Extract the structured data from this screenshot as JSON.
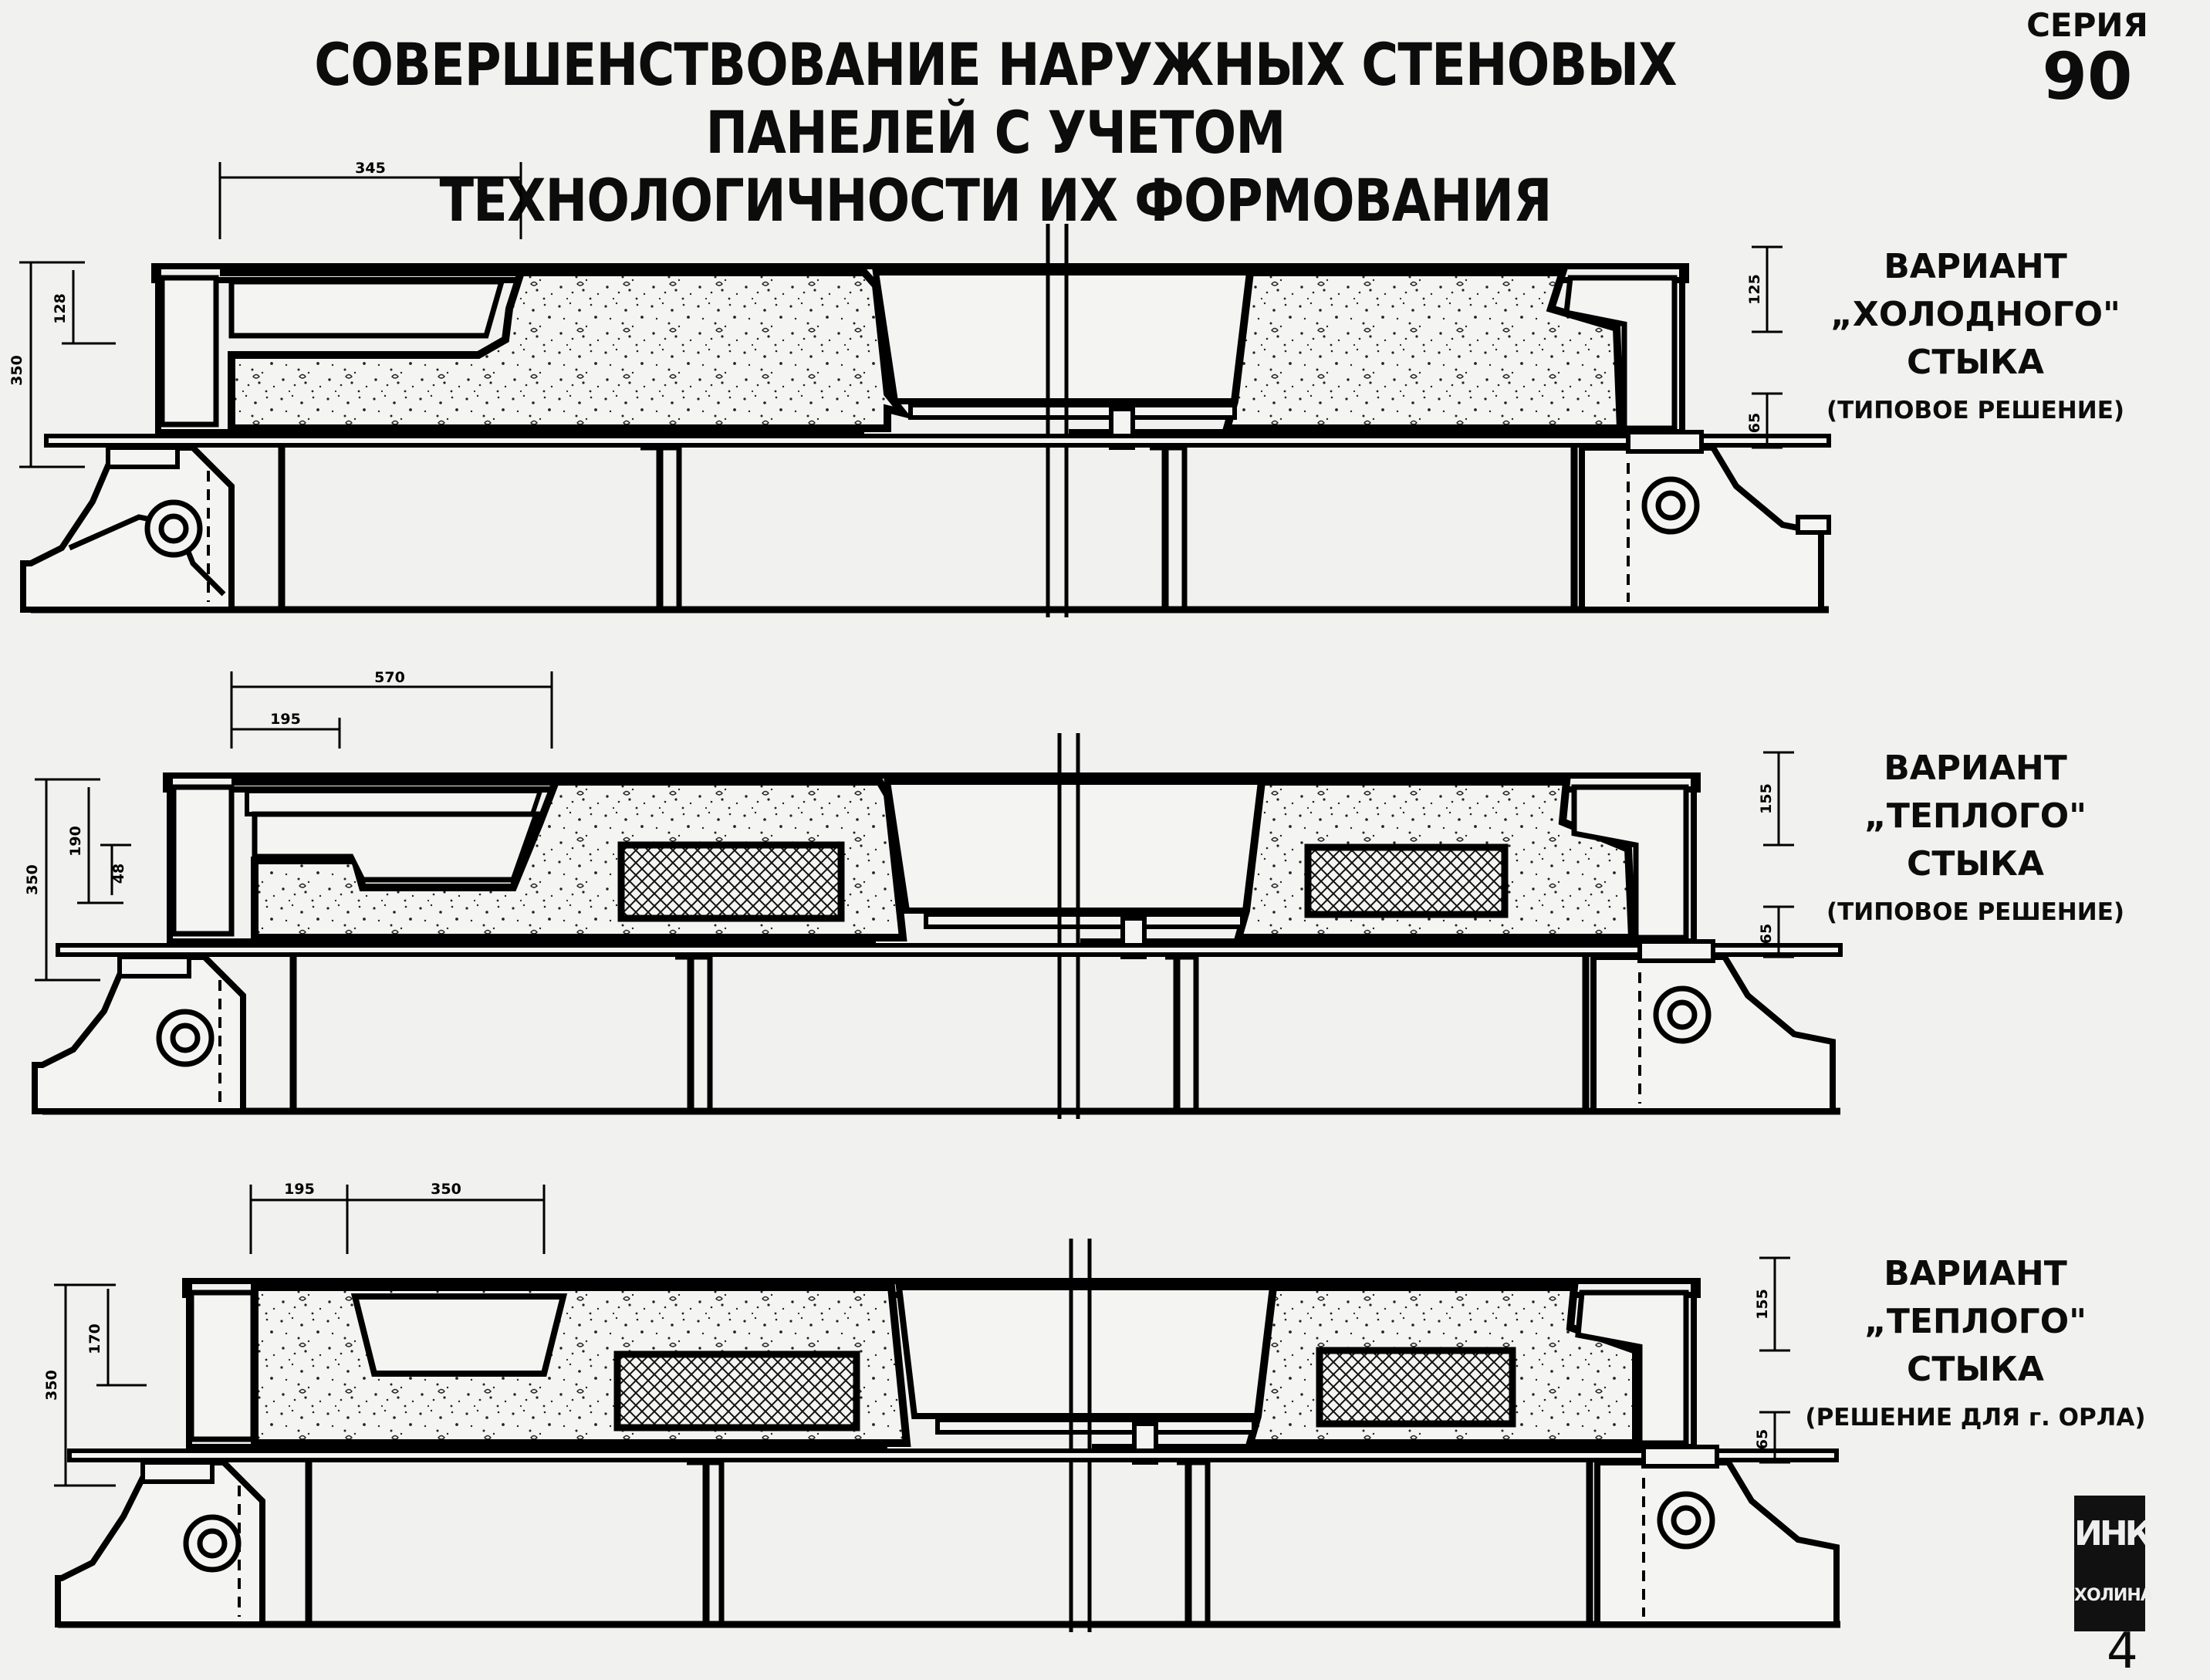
{
  "title": {
    "line1": "СОВЕРШЕНСТВОВАНИЕ НАРУЖНЫХ СТЕНОВЫХ ПАНЕЛЕЙ С УЧЕТОМ",
    "line2": "ТЕХНОЛОГИЧНОСТИ ИХ ФОРМОВАНИЯ"
  },
  "series": {
    "label": "СЕРИЯ",
    "number": "90"
  },
  "sections": [
    {
      "caption": [
        "ВАРИАНТ",
        "„ХОЛОДНОГО\"",
        "СТЫКА"
      ],
      "note": "(ТИПОВОЕ РЕШЕНИЕ)",
      "dims": {
        "top_outer": "345",
        "left_outer": "350",
        "left_inner": "128",
        "right_top": "125",
        "right_bottom": "65"
      }
    },
    {
      "caption": [
        "ВАРИАНТ",
        "„ТЕПЛОГО\"",
        "СТЫКА"
      ],
      "note": "(ТИПОВОЕ РЕШЕНИЕ)",
      "dims": {
        "top_outer": "570",
        "top_inner": "195",
        "left_outer": "350",
        "left_mid": "190",
        "left_inner": "48",
        "right_top": "155",
        "right_bottom": "65"
      }
    },
    {
      "caption": [
        "ВАРИАНТ",
        "„ТЕПЛОГО\"",
        "СТЫКА"
      ],
      "note": "(РЕШЕНИЕ ДЛЯ г. ОРЛА)",
      "dims": {
        "top_a": "195",
        "top_b": "350",
        "left_outer": "350",
        "left_inner": "170",
        "right_top": "155",
        "right_bottom": "65"
      }
    }
  ],
  "emblem": {
    "mark": "ИНК",
    "word": "ХОЛИНА"
  },
  "sheet_number": "4"
}
